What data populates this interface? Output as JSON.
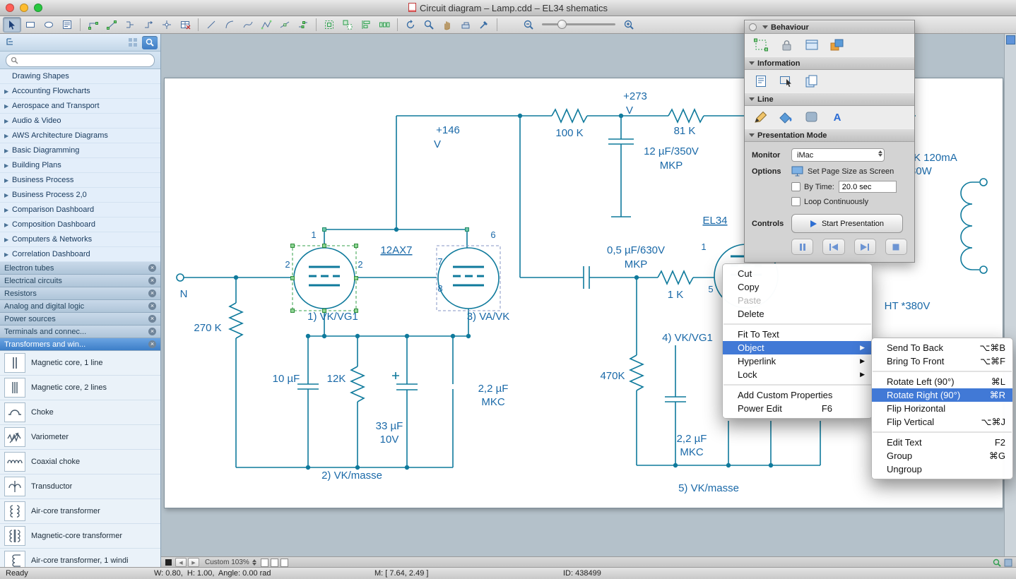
{
  "window": {
    "title": "Circuit diagram – Lamp.cdd – EL34 shematics"
  },
  "sidebar": {
    "search_placeholder": "",
    "categories": [
      {
        "label": "Drawing Shapes",
        "arrow": ""
      },
      {
        "label": "Accounting Flowcharts",
        "arrow": "▶"
      },
      {
        "label": "Aerospace and Transport",
        "arrow": "▶"
      },
      {
        "label": "Audio & Video",
        "arrow": "▶"
      },
      {
        "label": "AWS Architecture Diagrams",
        "arrow": "▶"
      },
      {
        "label": "Basic Diagramming",
        "arrow": "▶"
      },
      {
        "label": "Building Plans",
        "arrow": "▶"
      },
      {
        "label": "Business Process",
        "arrow": "▶"
      },
      {
        "label": "Business Process 2,0",
        "arrow": "▶"
      },
      {
        "label": "Comparison Dashboard",
        "arrow": "▶"
      },
      {
        "label": "Composition Dashboard",
        "arrow": "▶"
      },
      {
        "label": "Computers & Networks",
        "arrow": "▶"
      },
      {
        "label": "Correlation Dashboard",
        "arrow": "▶"
      }
    ],
    "libraries": [
      {
        "label": "Electron tubes"
      },
      {
        "label": "Electrical circuits"
      },
      {
        "label": "Resistors"
      },
      {
        "label": "Analog and digital logic"
      },
      {
        "label": "Power sources"
      },
      {
        "label": "Terminals and connec..."
      },
      {
        "label": "Transformers and win...",
        "selected": true
      }
    ],
    "shapes": [
      {
        "label": "Magnetic core, 1 line"
      },
      {
        "label": "Magnetic core, 2 lines"
      },
      {
        "label": "Choke"
      },
      {
        "label": "Variometer"
      },
      {
        "label": "Coaxial choke"
      },
      {
        "label": "Transductor"
      },
      {
        "label": "Air-core transformer"
      },
      {
        "label": "Magnetic-core transformer"
      },
      {
        "label": "Air-core transformer, 1 windi"
      }
    ]
  },
  "inspector": {
    "behaviour_title": "Behaviour",
    "information_title": "Information",
    "line_title": "Line",
    "presentation_title": "Presentation Mode",
    "monitor_label": "Monitor",
    "monitor_value": "iMac",
    "options_label": "Options",
    "set_page_size_label": "Set Page Size as Screen",
    "by_time_label": "By Time:",
    "by_time_value": "20.0 sec",
    "loop_label": "Loop Continuously",
    "controls_label": "Controls",
    "start_button_label": "Start Presentation",
    "text_icon_glyph": "A"
  },
  "context_menu": {
    "items": [
      {
        "label": "Cut"
      },
      {
        "label": "Copy"
      },
      {
        "label": "Paste",
        "disabled": true
      },
      {
        "label": "Delete"
      },
      {
        "sep": true,
        "label": ""
      },
      {
        "label": "Fit To Text"
      },
      {
        "label": "Object",
        "arrow": "▶",
        "selected": true
      },
      {
        "label": "Hyperlink",
        "arrow": "▶"
      },
      {
        "label": "Lock",
        "arrow": "▶"
      },
      {
        "sep": true,
        "label": ""
      },
      {
        "label": "Add Custom Properties"
      },
      {
        "label": "Power Edit",
        "shortcut": "F6"
      }
    ]
  },
  "submenu": {
    "items": [
      {
        "label": "Send To Back",
        "shortcut": "⌥⌘B"
      },
      {
        "label": "Bring To Front",
        "shortcut": "⌥⌘F"
      },
      {
        "sep": true,
        "label": ""
      },
      {
        "label": "Rotate Left (90°)",
        "shortcut": "⌘L"
      },
      {
        "label": "Rotate Right (90°)",
        "shortcut": "⌘R",
        "selected": true
      },
      {
        "label": "Flip Horizontal"
      },
      {
        "label": "Flip Vertical",
        "shortcut": "⌥⌘J"
      },
      {
        "sep": true,
        "label": ""
      },
      {
        "label": "Edit Text",
        "shortcut": "F2"
      },
      {
        "label": "Group",
        "shortcut": "⌘G"
      },
      {
        "label": "Ungroup"
      }
    ]
  },
  "canvas": {
    "labels": [
      "+273",
      "V",
      "+146",
      "V",
      "100 K",
      "81 K",
      "12 µF/350V",
      "MKP",
      "12AX7",
      "EL34",
      "1",
      "2",
      "2",
      "6",
      "7",
      "8",
      "N",
      "270 K",
      "1) VK/VG1",
      "3) VA/VK",
      "0,5 µF/630V",
      "MKP",
      "1 K",
      "4) VK/VG1",
      "470K",
      "10 µF",
      "12K",
      "33 µF",
      "10V",
      "2,2 µF",
      "MKC",
      "2,2 µF",
      "MKC",
      "2) VK/masse",
      "5) VK/masse",
      "HT *380V",
      "K 120mA",
      "30W",
      "1",
      "5"
    ]
  },
  "pagenav": {
    "zoom": "Custom 103%",
    "back_glyph": "◀",
    "forward_glyph": "▶"
  },
  "statusbar": {
    "ready": "Ready",
    "dims": "W: 0.80,  H: 1.00,  Angle: 0.00 rad",
    "coords": "M: [ 7.64, 2.49 ]",
    "id": "ID: 438499"
  }
}
